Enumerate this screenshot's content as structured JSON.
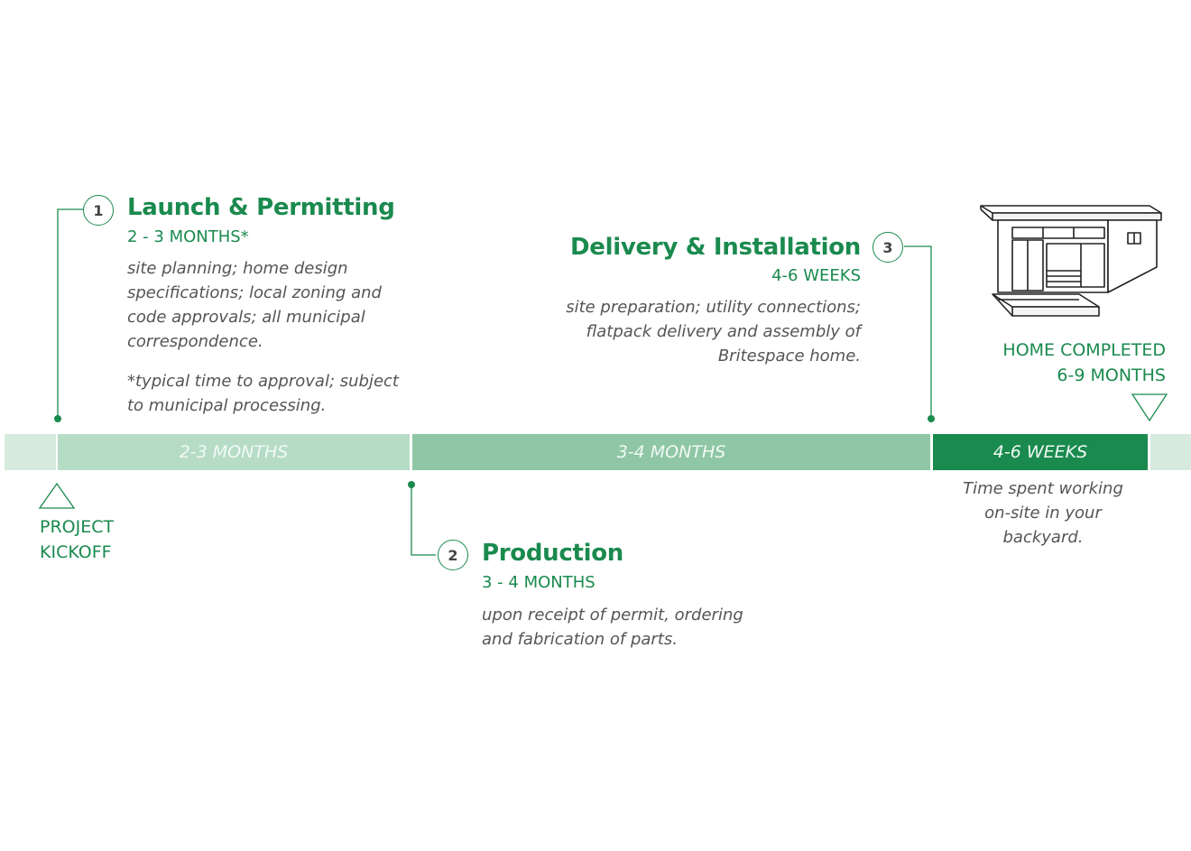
{
  "stages": [
    {
      "number": "1",
      "title": "Launch & Permitting",
      "duration": "2 - 3 MONTHS*",
      "description": [
        "site planning; home design",
        "specifications; local zoning and",
        "code approvals; all municipal",
        "correspondence."
      ],
      "note": [
        "*typical time to approval; subject",
        "to municipal processing."
      ]
    },
    {
      "number": "2",
      "title": "Production",
      "duration": "3 - 4 MONTHS",
      "description": [
        "upon receipt of permit, ordering",
        "and fabrication of parts."
      ]
    },
    {
      "number": "3",
      "title": "Delivery & Installation",
      "duration": "4-6 WEEKS",
      "description": [
        "site preparation; utility connections;",
        "flatpack delivery and assembly of",
        "Britespace home."
      ]
    }
  ],
  "timeline": {
    "segments": [
      {
        "label": "2-3 MONTHS",
        "color": "#b6dcc6"
      },
      {
        "label": "3-4 MONTHS",
        "color": "#8fc6a5"
      },
      {
        "label": "4-6 WEEKS",
        "color": "#1a8a4e"
      }
    ],
    "edge_color": "#d6ebde",
    "onsite_note": [
      "Time spent working",
      "on-site in your",
      "backyard."
    ]
  },
  "milestones": {
    "kickoff": [
      "PROJECT",
      "KICKOFF"
    ],
    "completed": [
      "HOME COMPLETED",
      "6-9 MONTHS"
    ]
  },
  "house_icon": "modular-house-illustration",
  "colors": {
    "accent": "#1a8a4e"
  }
}
